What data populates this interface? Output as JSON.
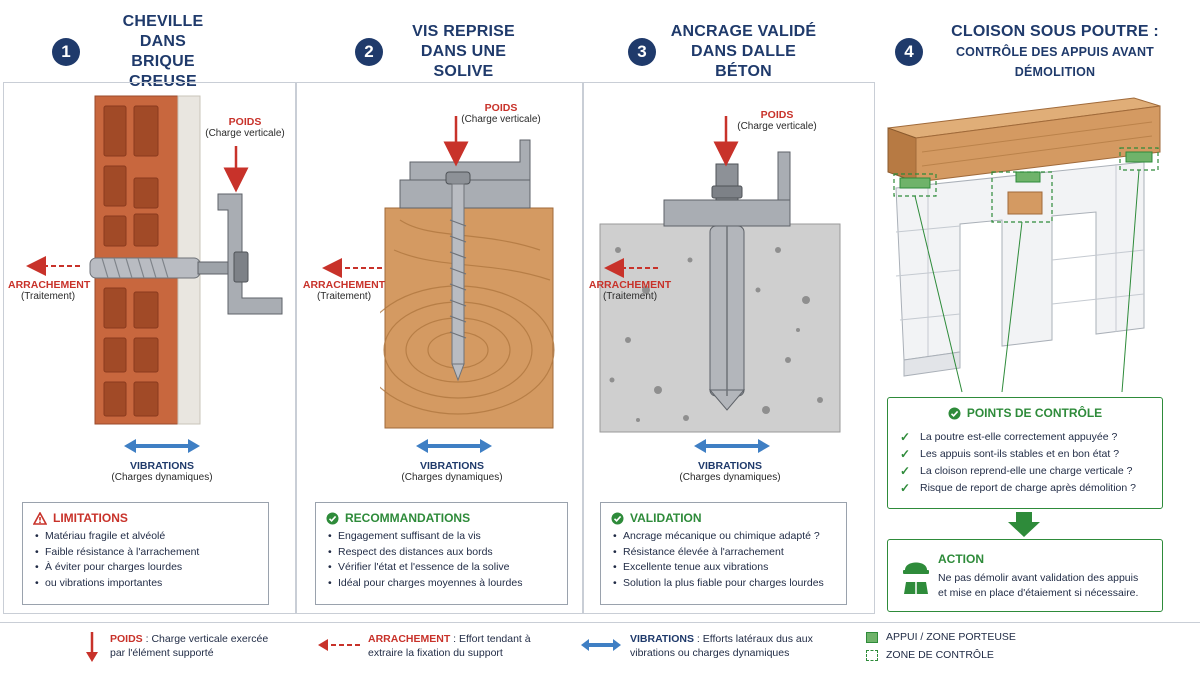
{
  "columns": [
    {
      "number": "1",
      "title_line1": "CHEVILLE DANS",
      "title_line2": "BRIQUE CREUSE",
      "weight_title": "POIDS",
      "weight_sub": "(Charge verticale)",
      "pull_title": "ARRACHEMENT",
      "pull_sub": "(Traitement)",
      "vib_title": "VIBRATIONS",
      "vib_sub": "(Charges dynamiques)",
      "box_title": "LIMITATIONS",
      "box_items": [
        "Matériau fragile et alvéolé",
        "Faible résistance à l'arrachement",
        "À éviter pour charges lourdes",
        "ou vibrations importantes"
      ]
    },
    {
      "number": "2",
      "title_line1": "VIS REPRISE",
      "title_line2": "DANS UNE SOLIVE",
      "weight_title": "POIDS",
      "weight_sub": "(Charge verticale)",
      "pull_title": "ARRACHEMENT",
      "pull_sub": "(Traitement)",
      "vib_title": "VIBRATIONS",
      "vib_sub": "(Charges dynamiques)",
      "box_title": "RECOMMANDATIONS",
      "box_items": [
        "Engagement suffisant de la vis",
        "Respect des distances aux bords",
        "Vérifier l'état et l'essence de la solive",
        "Idéal pour charges moyennes à lourdes"
      ]
    },
    {
      "number": "3",
      "title_line1": "ANCRAGE VALIDÉ",
      "title_line2": "DANS DALLE BÉTON",
      "weight_title": "POIDS",
      "weight_sub": "(Charge verticale)",
      "pull_title": "ARRACHEMENT",
      "pull_sub": "(Traitement)",
      "vib_title": "VIBRATIONS",
      "vib_sub": "(Charges dynamiques)",
      "box_title": "VALIDATION",
      "box_items": [
        "Ancrage mécanique ou chimique adapté ?",
        "Résistance élevée à l'arrachement",
        "Excellente tenue aux vibrations",
        "Solution la plus fiable pour charges lourdes"
      ]
    },
    {
      "number": "4",
      "title_line1": "CLOISON SOUS POUTRE :",
      "title_line2": "CONTRÔLE DES APPUIS AVANT DÉMOLITION"
    }
  ],
  "checkpoints": {
    "title": "POINTS DE CONTRÔLE",
    "items": [
      "La poutre est-elle correctement appuyée ?",
      "Les appuis sont-ils stables et en bon état ?",
      "La cloison reprend-elle une charge verticale ?",
      "Risque de report de charge après démolition ?"
    ]
  },
  "action": {
    "title": "ACTION",
    "line1": "Ne pas démolir avant validation des appuis",
    "line2": "et mise en place d'étaiement si nécessaire."
  },
  "legend": {
    "poids_key": "POIDS",
    "poids_text1": " : Charge verticale exercée",
    "poids_text2": "par l'élément supporté",
    "arr_key": "ARRACHEMENT",
    "arr_text1": " : Effort tendant à",
    "arr_text2": "extraire la fixation du support",
    "vib_key": "VIBRATIONS",
    "vib_text1": " : Efforts latéraux dus aux",
    "vib_text2": "vibrations ou charges dynamiques",
    "appui": "APPUI / ZONE PORTEUSE",
    "zone": "ZONE DE CONTRÔLE"
  },
  "colors": {
    "navy": "#1f3a6b",
    "red": "#c8322a",
    "blue_arrow": "#3f7fc4",
    "green": "#2e8b3a",
    "brick": "#c8673e",
    "wood": "#d49a62",
    "concrete": "#cfcfcf"
  },
  "icons": [
    "warning-icon",
    "check-circle-icon",
    "hard-hat-icon",
    "down-arrow-icon"
  ]
}
